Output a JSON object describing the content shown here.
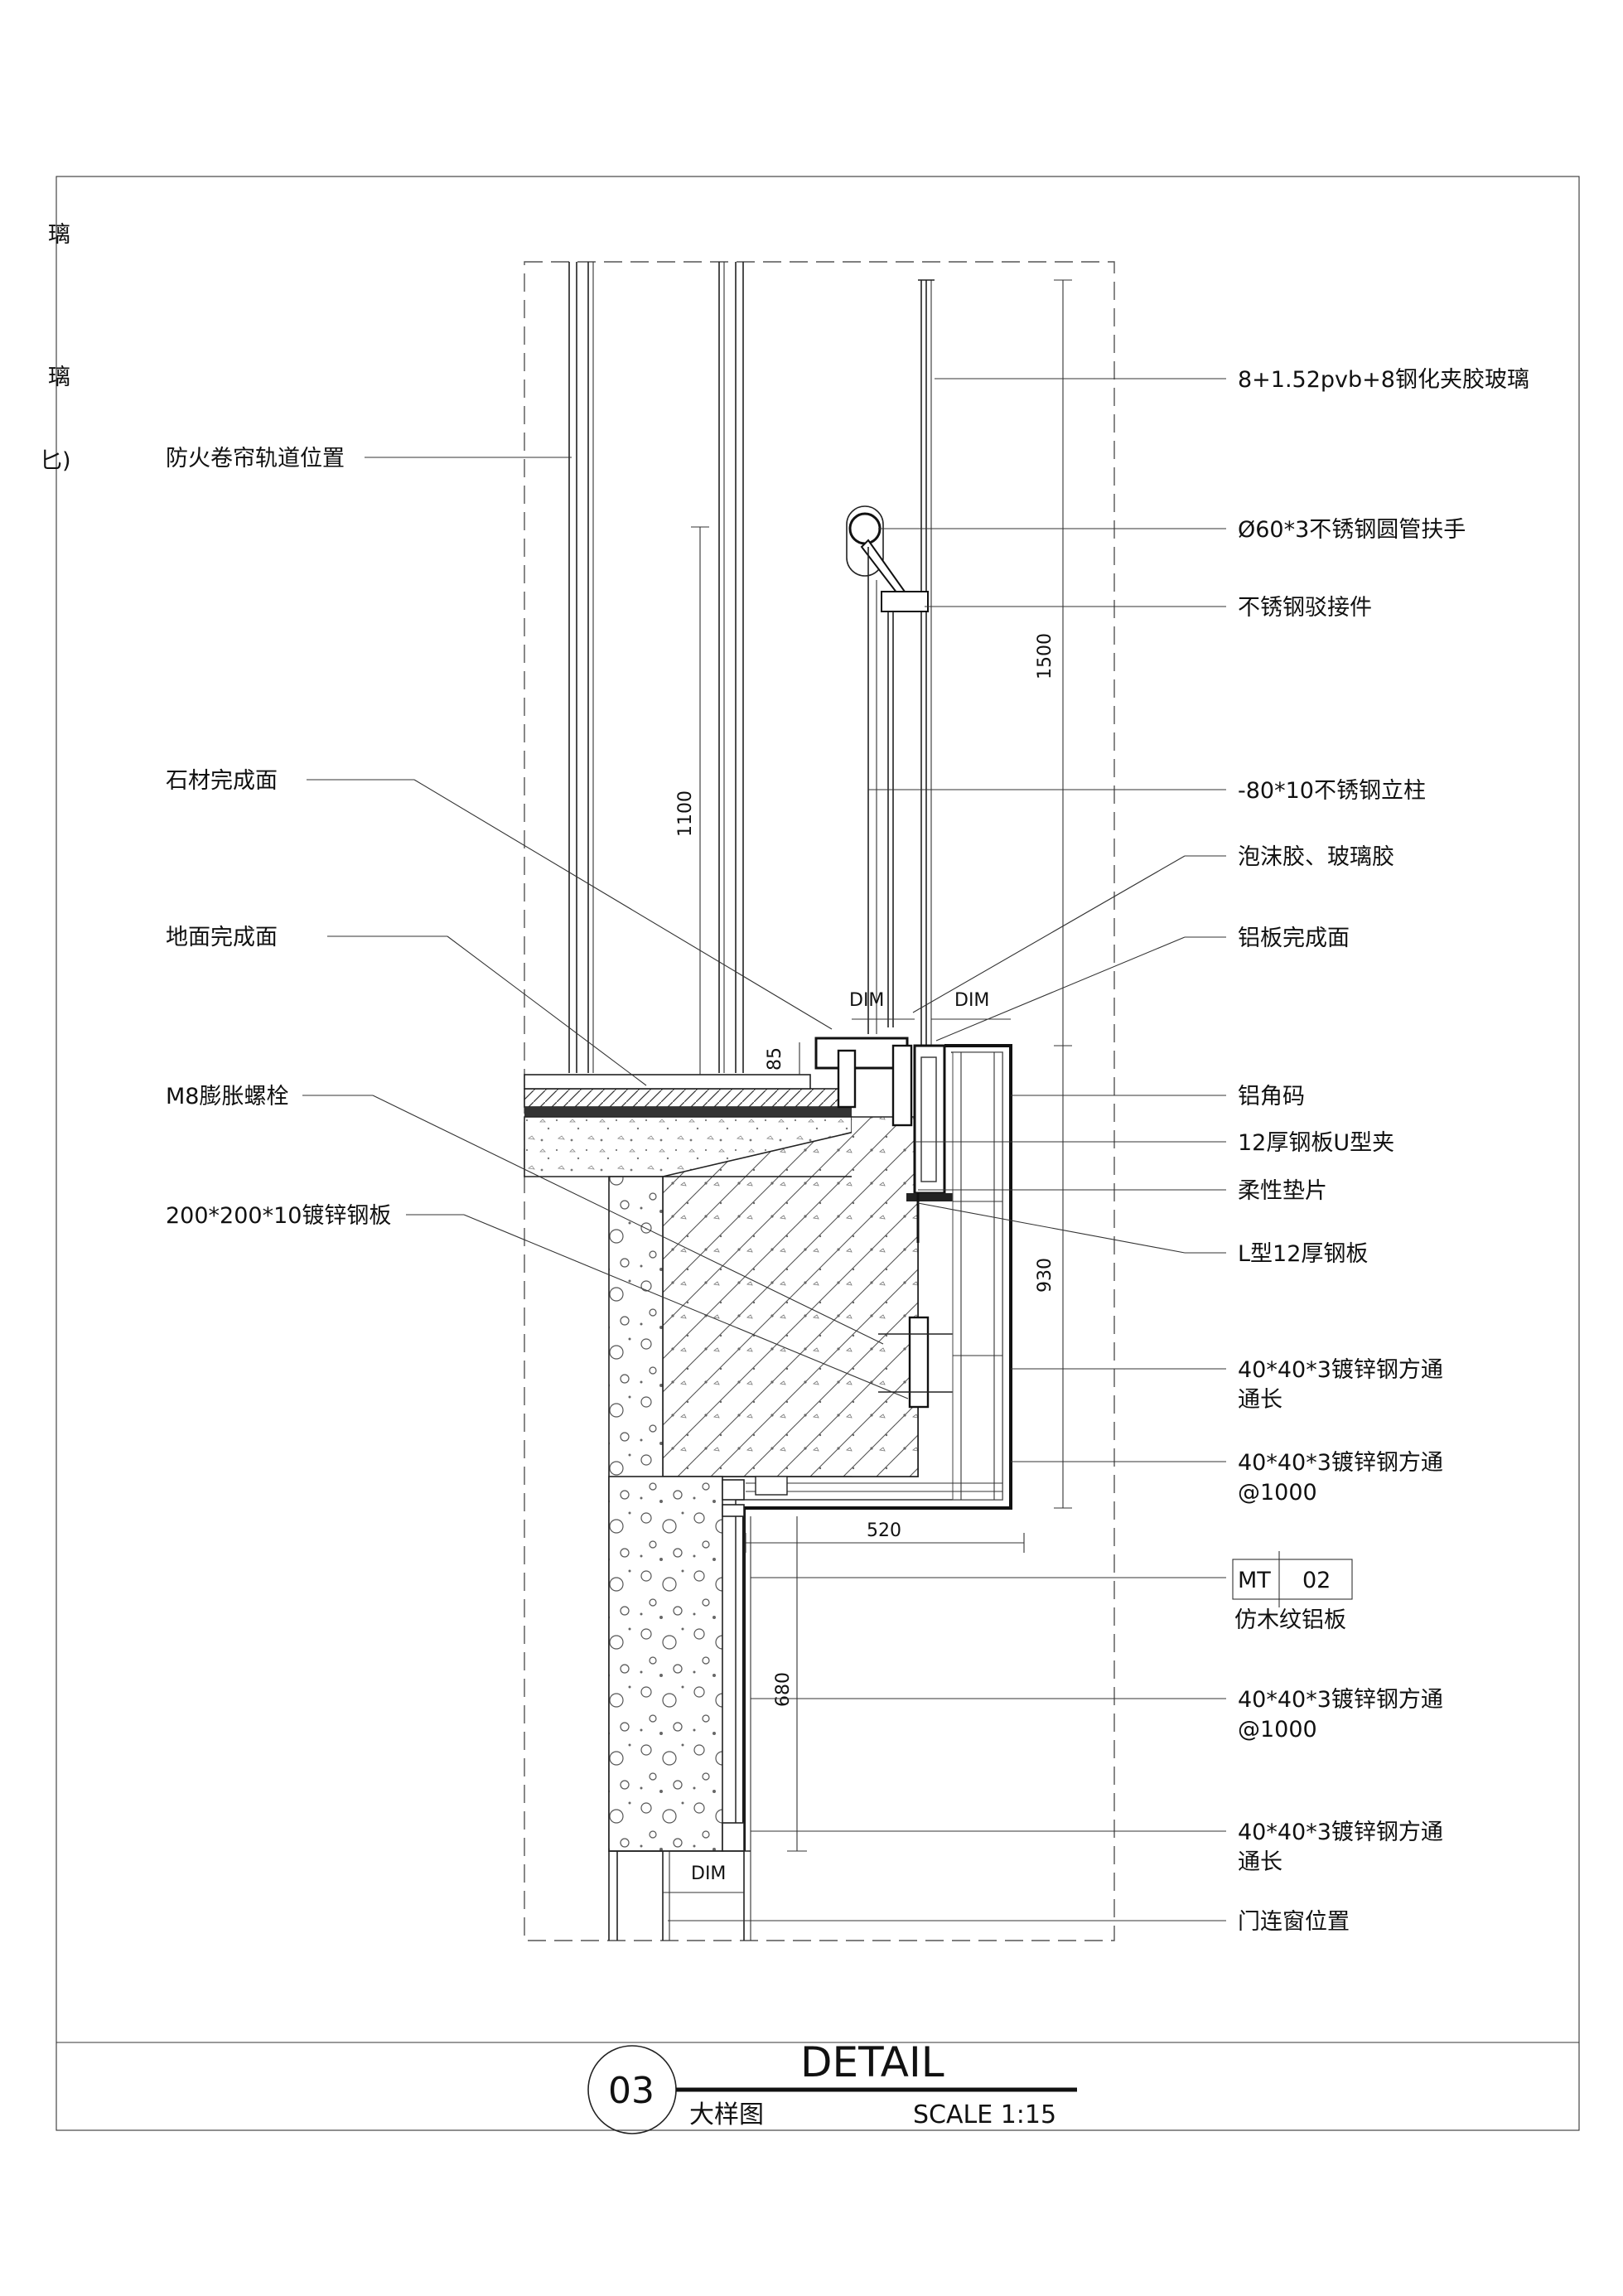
{
  "edge_fragments": [
    "璃",
    "璃",
    "匕)"
  ],
  "callouts_left": [
    "防火卷帘轨道位置",
    "石材完成面",
    "地面完成面",
    "M8膨胀螺栓",
    "200*200*10镀锌钢板"
  ],
  "callouts_right": [
    "8+1.52pvb+8钢化夹胶玻璃",
    "Ø60*3不锈钢圆管扶手",
    "不锈钢驳接件",
    "-80*10不锈钢立柱",
    "泡沫胶、玻璃胶",
    "铝板完成面",
    "铝角码",
    "12厚钢板U型夹",
    "柔性垫片",
    "L型12厚钢板"
  ],
  "callouts_right_lower": [
    {
      "line1": "40*40*3镀锌钢方通",
      "line2": "通长"
    },
    {
      "line1": "40*40*3镀锌钢方通",
      "line2": "@1000"
    },
    {
      "line1": "40*40*3镀锌钢方通",
      "line2": "@1000"
    },
    {
      "line1": "40*40*3镀锌钢方通",
      "line2": "通长"
    }
  ],
  "material_tag": {
    "code": "MT",
    "number": "02",
    "name": "仿木纹铝板"
  },
  "bottom_callout": "门连窗位置",
  "dimensions": {
    "d1500": "1500",
    "d1100": "1100",
    "d930": "930",
    "d520": "520",
    "d680": "680",
    "d85": "85",
    "dim_a": "DIM",
    "dim_b": "DIM",
    "dim_c": "DIM"
  },
  "title_block": {
    "number": "03",
    "title": "DETAIL",
    "subtitle": "大样图",
    "scale": "SCALE 1:15"
  }
}
